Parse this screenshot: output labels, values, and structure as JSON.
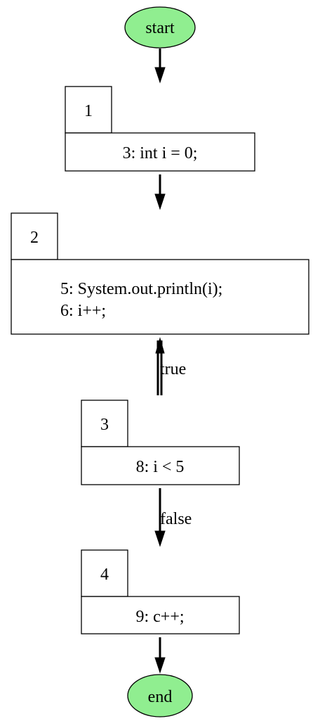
{
  "nodes": {
    "start": {
      "label": "start",
      "fill": "#90ee90"
    },
    "end": {
      "label": "end",
      "fill": "#90ee90"
    },
    "block1": {
      "id": "1",
      "lines": [
        "3: int i = 0;"
      ]
    },
    "block2": {
      "id": "2",
      "lines": [
        "5: System.out.println(i);",
        "6: i++;"
      ]
    },
    "block3": {
      "id": "3",
      "lines": [
        "8: i < 5"
      ]
    },
    "block4": {
      "id": "4",
      "lines": [
        "9: c++;"
      ]
    }
  },
  "edges": {
    "true_label": "true",
    "false_label": "false"
  }
}
